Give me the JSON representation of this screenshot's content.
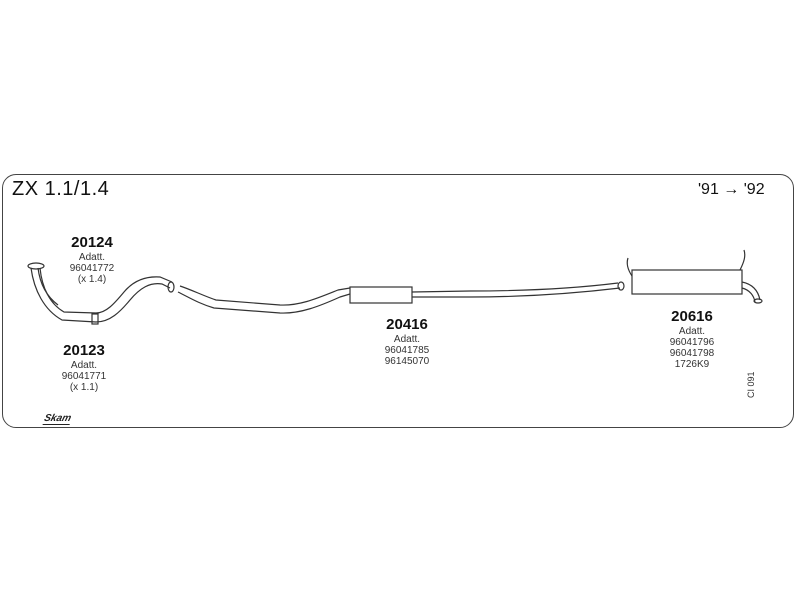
{
  "header": {
    "model": "ZX 1.1/1.4",
    "years": "'91 → '92"
  },
  "parts": [
    {
      "number": "20124",
      "lines": [
        "Adatt.",
        "96041772",
        "(x 1.4)"
      ]
    },
    {
      "number": "20123",
      "lines": [
        "Adatt.",
        "96041771",
        "(x 1.1)"
      ]
    },
    {
      "number": "20416",
      "lines": [
        "Adatt.",
        "96041785",
        "96145070"
      ]
    },
    {
      "number": "20616",
      "lines": [
        "Adatt.",
        "96041796",
        "96041798",
        "1726K9"
      ]
    }
  ],
  "diagram_code": "CI 091",
  "brand": "Skam"
}
